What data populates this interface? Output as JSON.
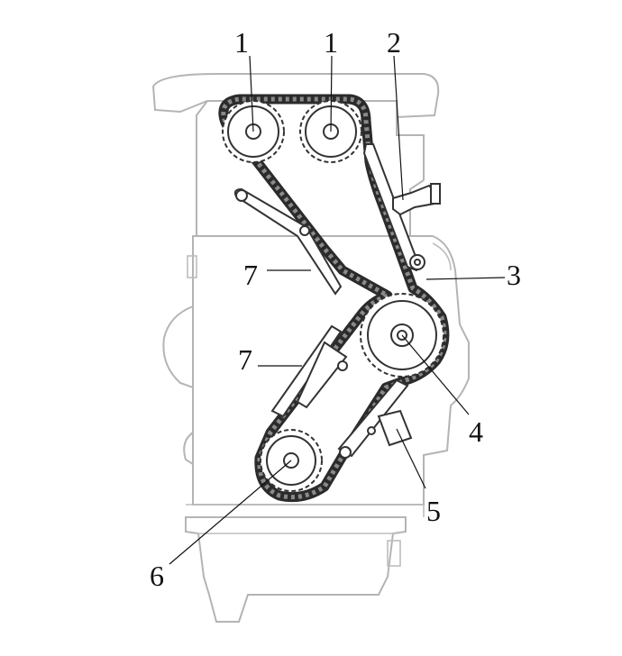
{
  "callouts": {
    "cam_left": "1",
    "cam_right": "1",
    "sensor": "2",
    "tensioner_guide": "3",
    "intermediate_sprocket": "4",
    "tensioner": "5",
    "crank_sprocket": "6",
    "guide_upper": "7",
    "guide_lower": "7"
  },
  "colors": {
    "chain": "#2b2b2b",
    "outline": "#333333",
    "housing": "#b4b4b4"
  }
}
